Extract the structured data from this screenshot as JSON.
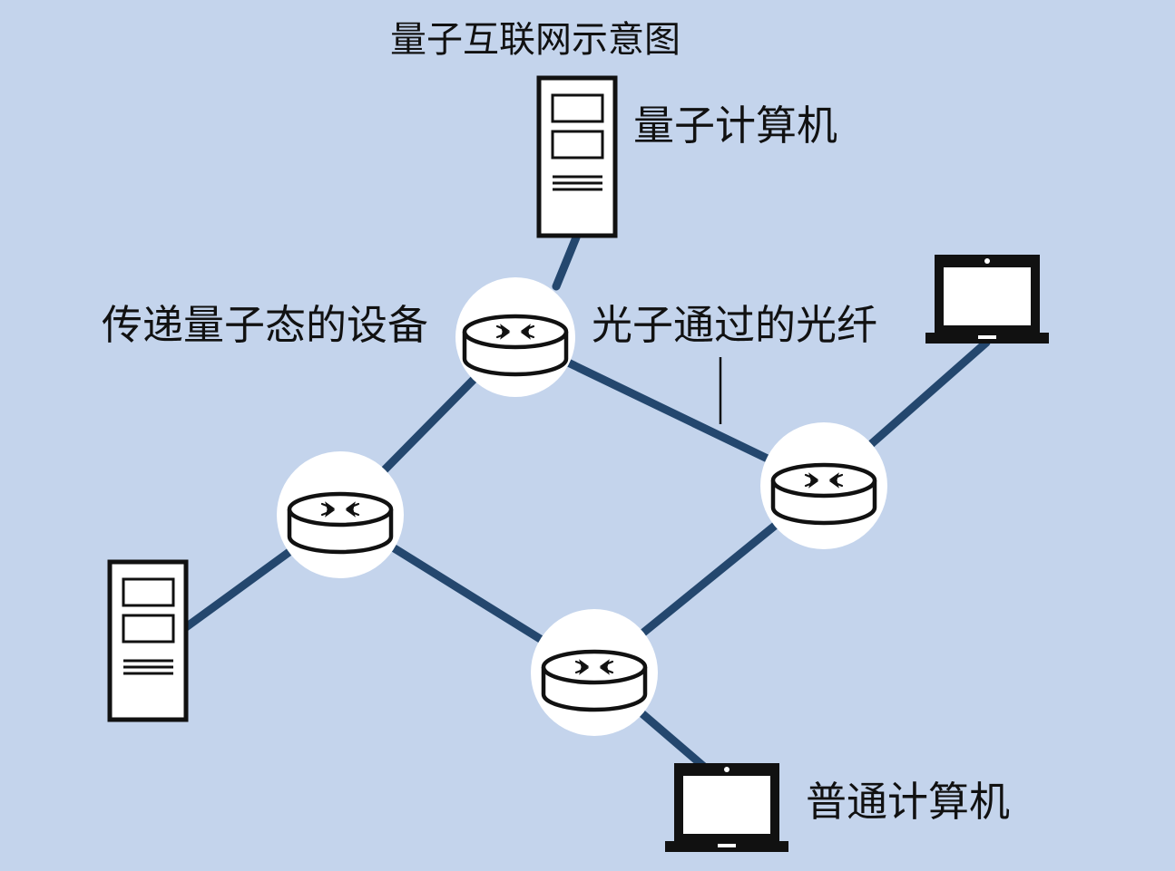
{
  "title": "量子互联网示意图",
  "labels": {
    "quantum_computer": "量子计算机",
    "quantum_state_device": "传递量子态的设备",
    "photon_fiber": "光子通过的光纤",
    "classical_computer": "普通计算机"
  },
  "colors": {
    "background": "#c4d4ec",
    "fiber": "#24476e",
    "node_halo": "#ffffff",
    "device_stroke": "#111111"
  },
  "icons": {
    "node": "router-icon",
    "server": "server-icon",
    "laptop": "laptop-icon"
  }
}
